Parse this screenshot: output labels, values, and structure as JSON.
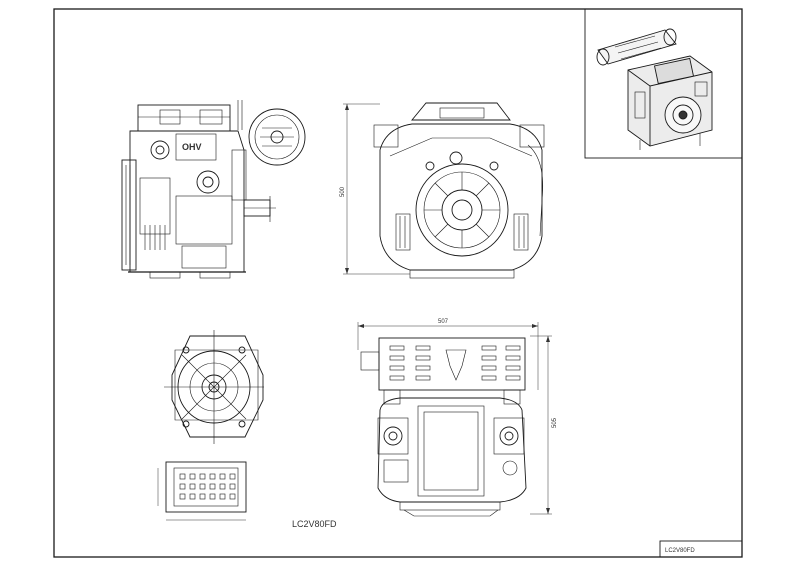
{
  "drawing": {
    "model_label": "LC2V80FD",
    "title_block_text": "LC2V80FD",
    "dim_front_height": "500",
    "dim_rear_width": "507",
    "dim_rear_height": "505",
    "logo_text": "OHV"
  }
}
